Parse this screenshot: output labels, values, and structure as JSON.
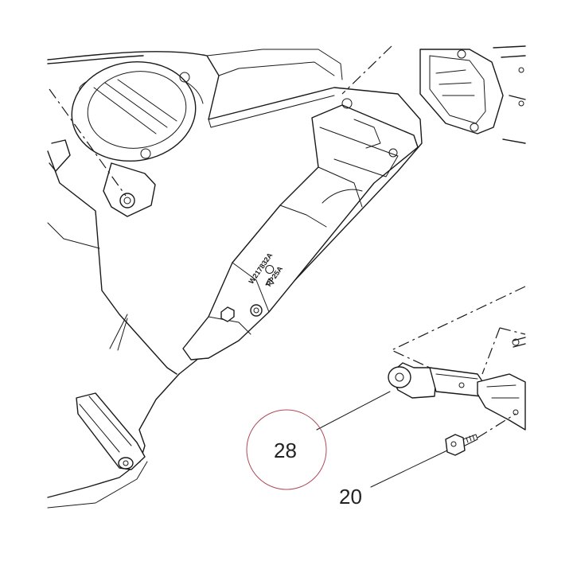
{
  "callouts": {
    "part_28": "28",
    "part_20": "20"
  },
  "stamp": {
    "line1": "W217832A",
    "line2": "PP25A"
  },
  "colors": {
    "line": "#1a1a1a",
    "highlight_circle": "#b04a5a",
    "background": "#ffffff"
  }
}
